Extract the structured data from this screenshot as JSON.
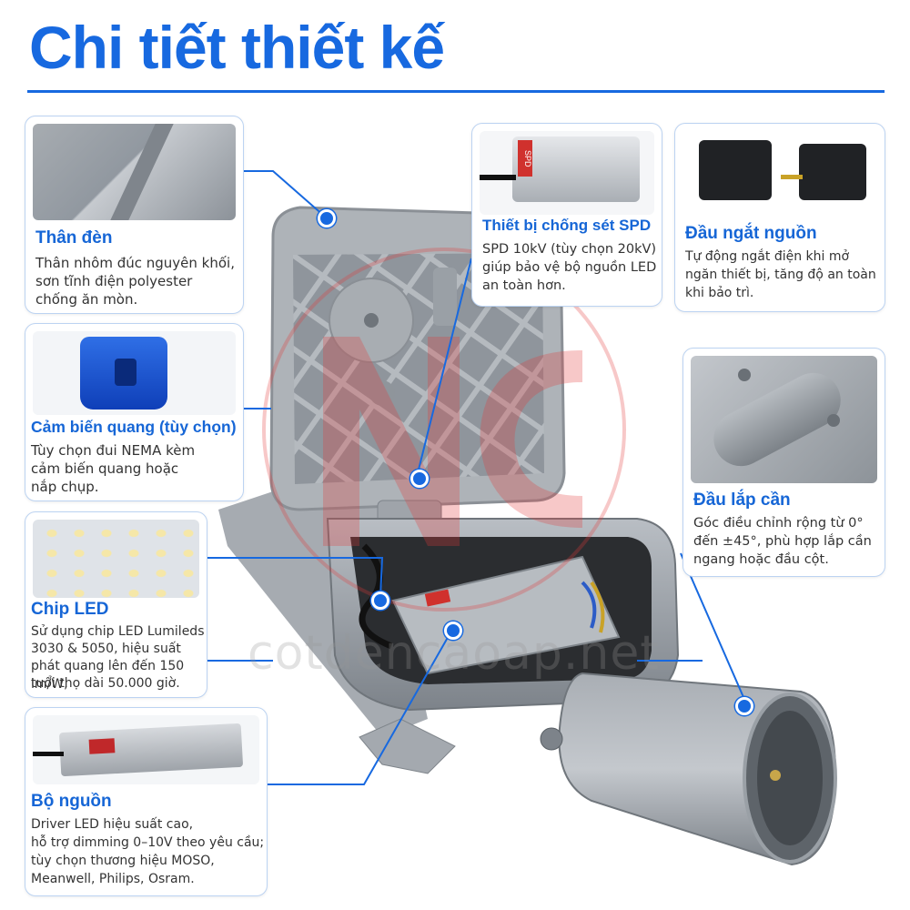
{
  "page": {
    "title": "Chi tiết thiết kế"
  },
  "watermark": {
    "text": "cotdencaoap.net"
  },
  "cards": {
    "than_den": {
      "title": "Thân đèn",
      "lines": [
        "Thân nhôm đúc nguyên khối,",
        "sơn tĩnh điện polyester",
        "chống ăn mòn."
      ]
    },
    "cam_bien": {
      "title": "Cảm biến quang (tùy chọn)",
      "lines": [
        "Tùy chọn đui NEMA kèm",
        "cảm biến quang hoặc",
        "nắp chụp."
      ]
    },
    "chip_led": {
      "title": "Chip LED",
      "lines": [
        "Sử dụng chip LED Lumileds",
        "3030 & 5050, hiệu suất",
        "phát quang lên đến 150 lm/W,",
        "tuổi thọ dài 50.000 giờ."
      ]
    },
    "bo_nguon": {
      "title": "Bộ nguồn",
      "lines": [
        "Driver LED hiệu suất cao,",
        "hỗ trợ dimming 0–10V theo yêu cầu;",
        "tùy chọn thương hiệu MOSO,",
        "Meanwell, Philips, Osram."
      ]
    },
    "spd": {
      "title": "Thiết bị chống sét SPD",
      "lines": [
        "SPD 10kV (tùy chọn 20kV)",
        "giúp bảo vệ bộ nguồn LED",
        "an toàn hơn."
      ],
      "label": "SPD"
    },
    "dau_ngat": {
      "title": "Đầu ngắt nguồn",
      "lines": [
        "Tự động ngắt điện khi mở",
        "ngăn thiết bị, tăng độ an toàn",
        "khi bảo trì."
      ]
    },
    "dau_lap": {
      "title": "Đầu lắp cần",
      "lines": [
        "Góc điều chỉnh rộng từ 0°",
        "đến ±45°, phù hợp lắp cần",
        "ngang hoặc đầu cột."
      ]
    }
  },
  "colors": {
    "accent": "#1769e0",
    "card_border": "#bcd3f2",
    "lamp_gray": "#9aa0a6",
    "watermark_red": "#e23b3b"
  }
}
